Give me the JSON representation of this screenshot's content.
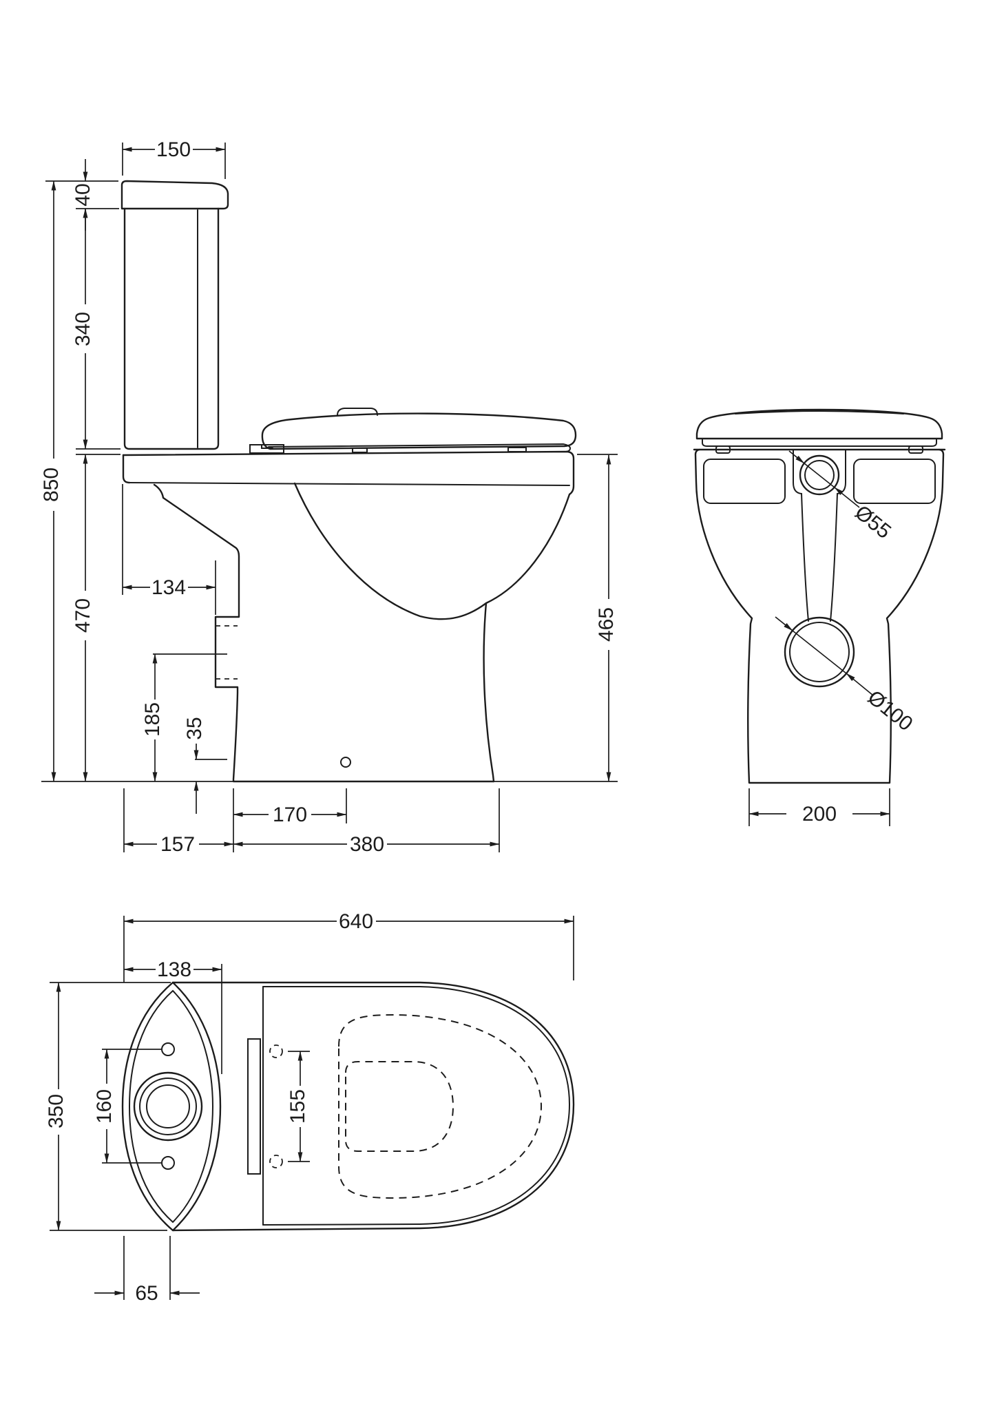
{
  "drawing_type": "technical-dimension-drawing",
  "subject": "close-coupled-toilet",
  "units_shown": "mm",
  "views": {
    "side": {
      "label": "side-elevation",
      "dims": {
        "cistern_width": "150",
        "lid_height": "40",
        "cistern_height": "340",
        "overall_height": "850",
        "bowl_height": "470",
        "outlet_projection": "134",
        "outlet_centre_height": "185",
        "floor_clearance": "35",
        "fixing_hole_offset": "170",
        "back_to_base": "157",
        "base_depth": "380",
        "rim_height": "465"
      }
    },
    "rear": {
      "label": "rear-elevation",
      "dims": {
        "inlet_dia": "Ø55",
        "outlet_dia": "Ø100",
        "base_width": "200"
      }
    },
    "plan": {
      "label": "plan-view",
      "dims": {
        "overall_depth": "640",
        "cistern_depth": "138",
        "overall_width": "350",
        "cistern_fixing_centres": "160",
        "seat_fixing_centres": "155",
        "cistern_overhang": "65"
      }
    }
  }
}
